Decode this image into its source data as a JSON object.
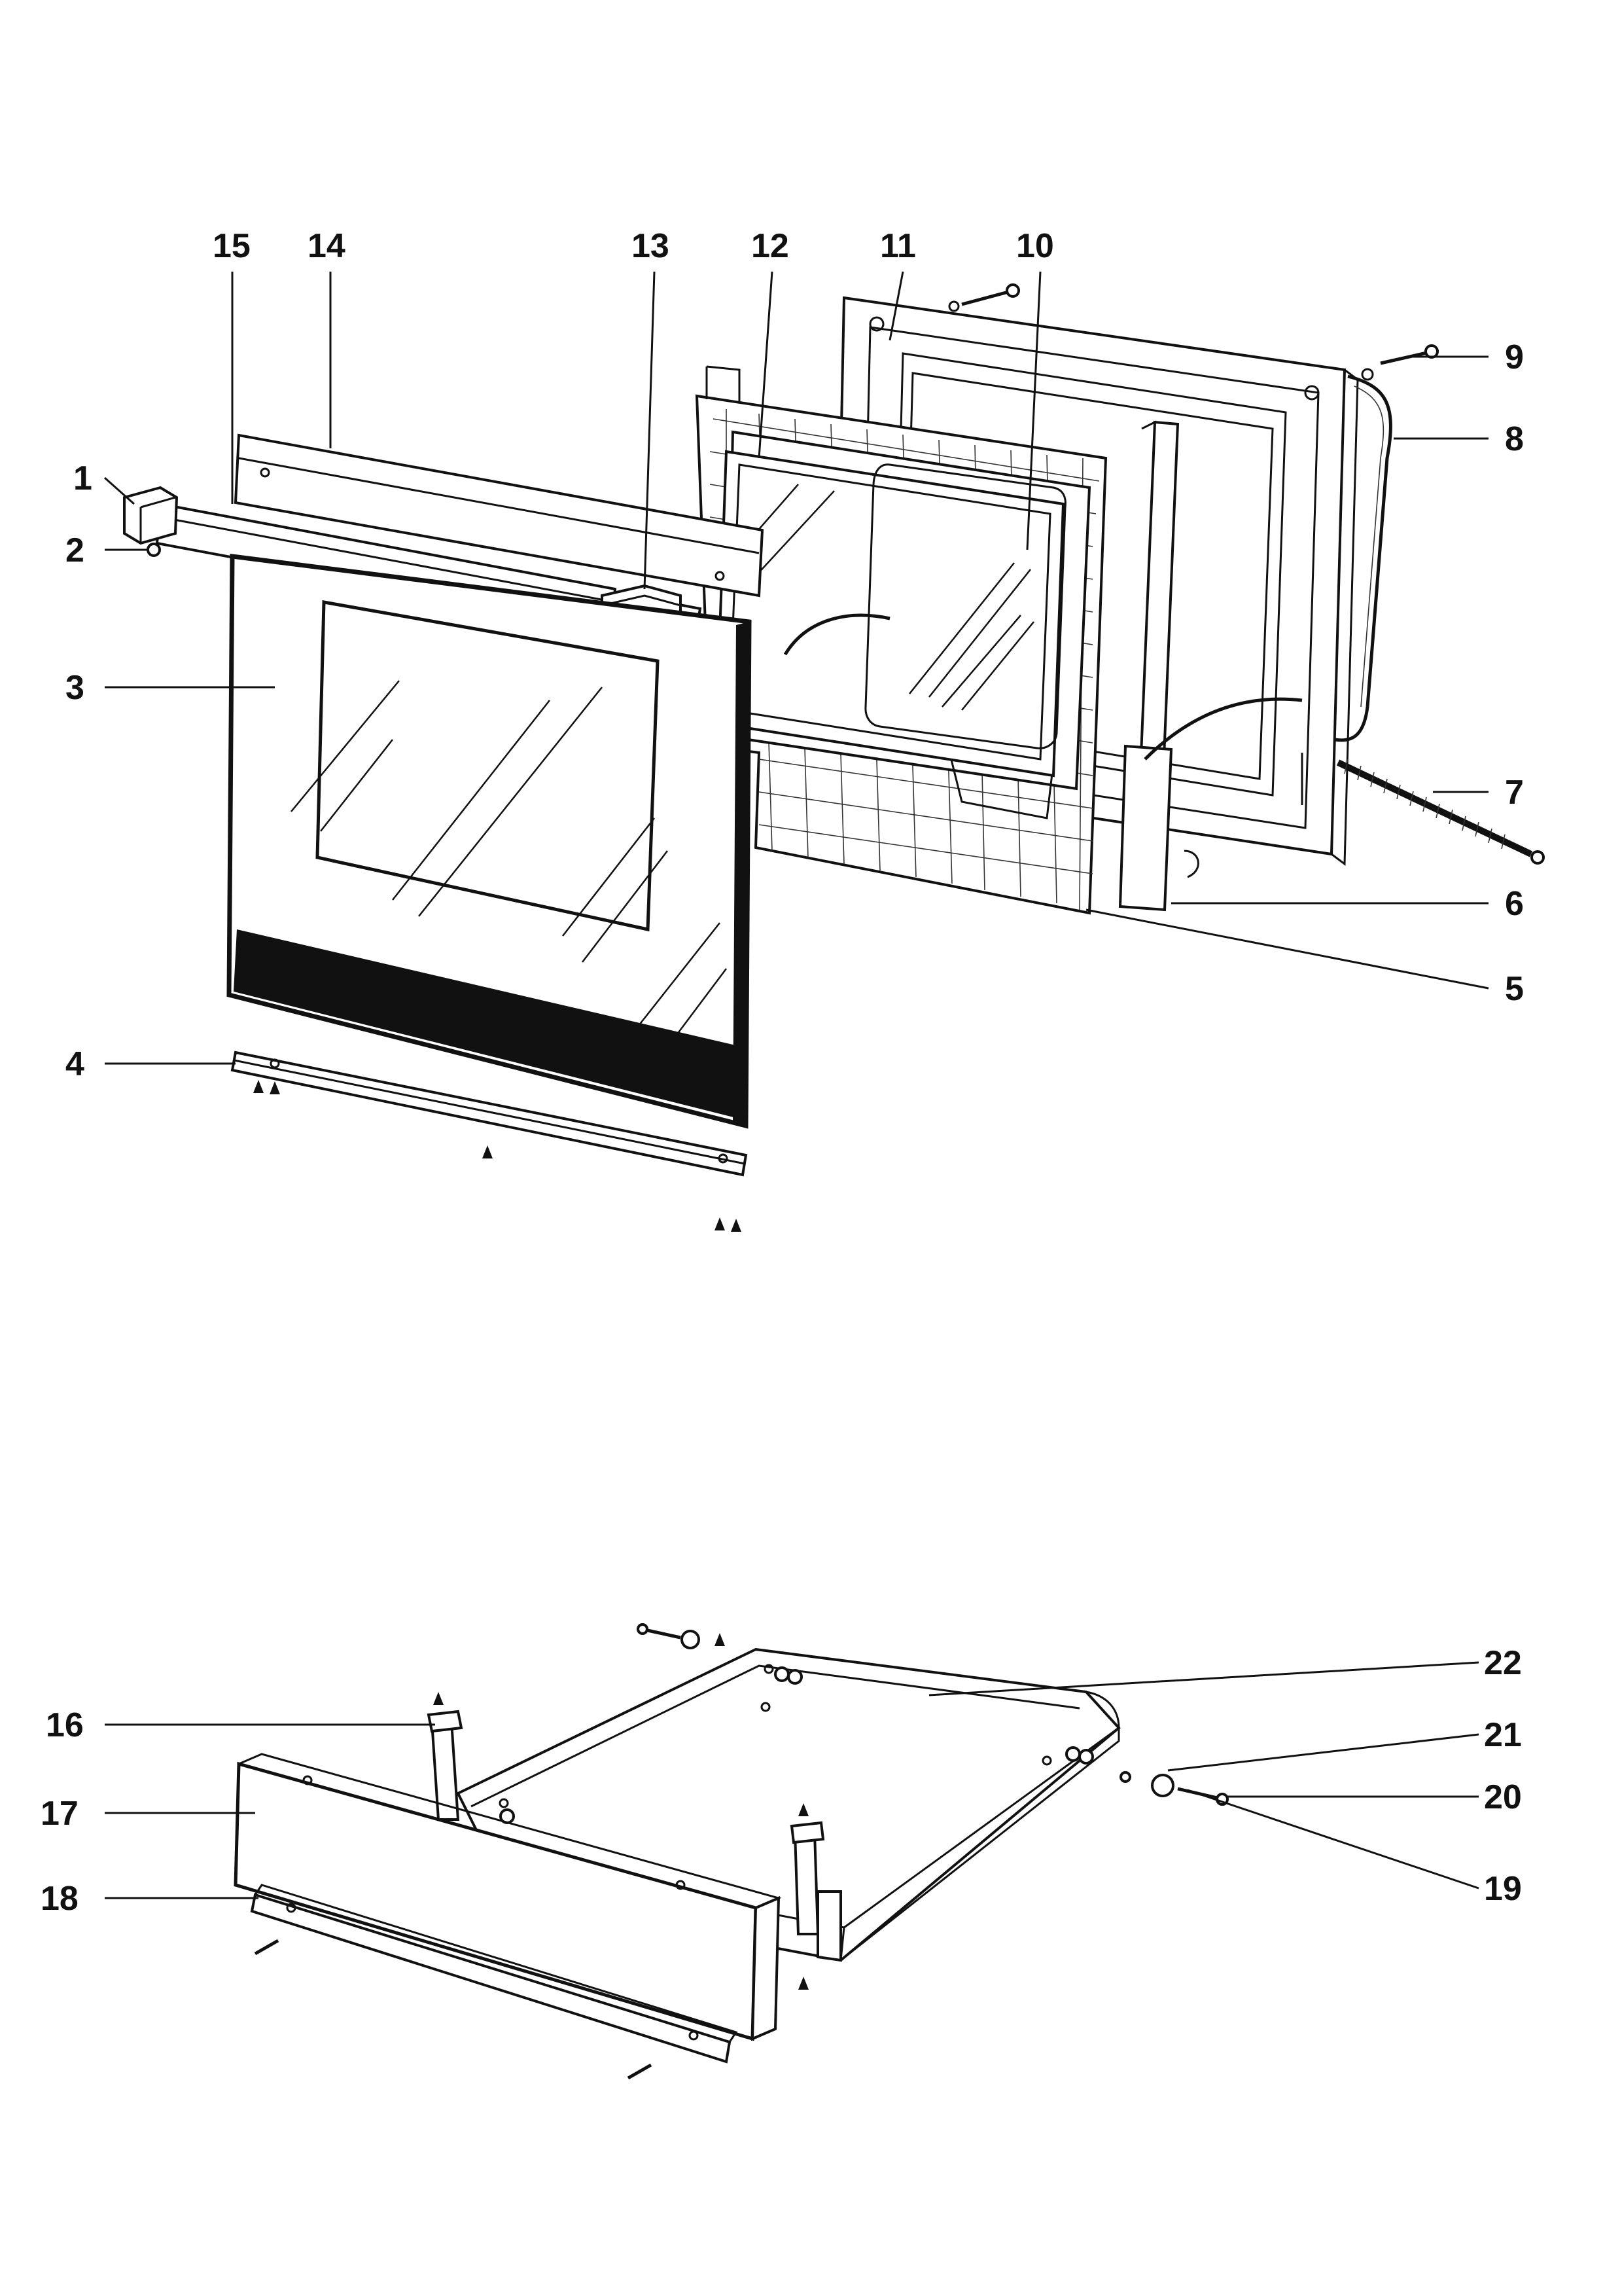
{
  "callouts": {
    "c1": "1",
    "c2": "2",
    "c3": "3",
    "c4": "4",
    "c5": "5",
    "c6": "6",
    "c7": "7",
    "c8": "8",
    "c9": "9",
    "c10": "10",
    "c11": "11",
    "c12": "12",
    "c13": "13",
    "c14": "14",
    "c15": "15",
    "c16": "16",
    "c17": "17",
    "c18": "18",
    "c19": "19",
    "c20": "20",
    "c21": "21",
    "c22": "22"
  },
  "colors": {
    "ink": "#111111",
    "paper": "#ffffff"
  }
}
